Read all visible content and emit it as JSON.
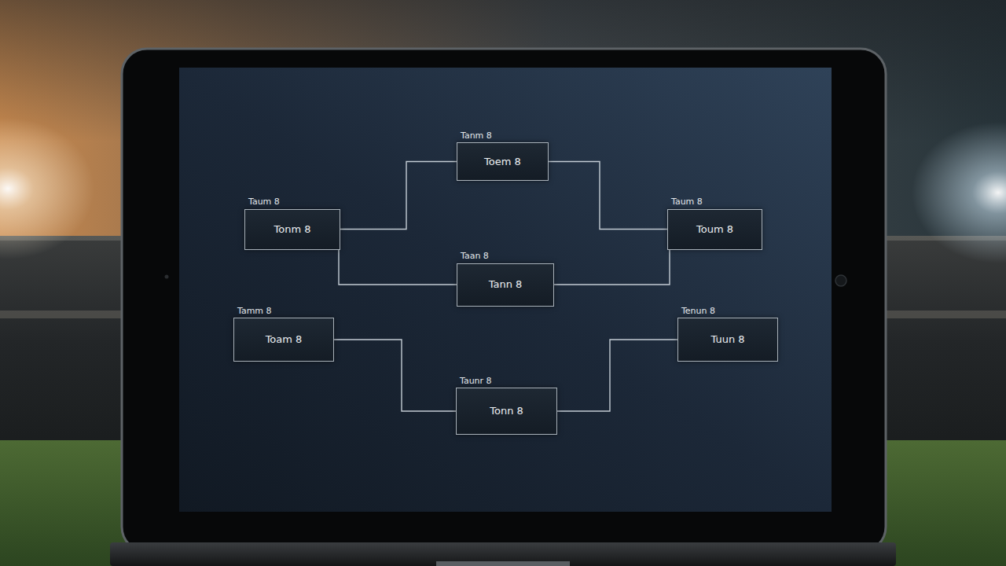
{
  "diagram": {
    "nodes": [
      {
        "text": [
          "Tanm 8",
          "Toem 8"
        ]
      },
      {
        "text": [
          "Taum 8",
          "Tonm 8"
        ]
      },
      {
        "text": [
          "Taum 8",
          "Toum 8"
        ]
      },
      {
        "text": [
          "Taan 8",
          "Tann 8"
        ]
      },
      {
        "text": [
          "Tamm 8",
          "Toam 8"
        ]
      },
      {
        "text": [
          "Tenun 8",
          "Tuun 8"
        ]
      },
      {
        "text": [
          "Taunr 8",
          "Tonn 8"
        ]
      }
    ],
    "edges": [
      {
        "from": 1,
        "to": 0,
        "arrow": "none"
      },
      {
        "from": 0,
        "to": 2,
        "arrow": "none"
      },
      {
        "from": 1,
        "to": 3,
        "arrow": "none"
      },
      {
        "from": 3,
        "to": 2,
        "arrow": "none"
      },
      {
        "from": 4,
        "to": 6,
        "arrow": "none"
      },
      {
        "from": 6,
        "to": 5,
        "arrow": "none"
      }
    ]
  }
}
